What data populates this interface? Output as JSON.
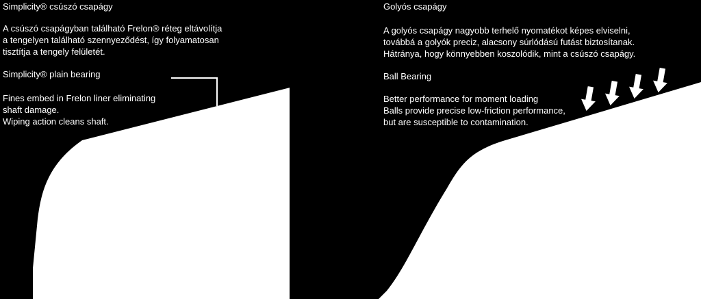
{
  "left_panel": {
    "hu_title": "Simplicity® csúszó csapágy",
    "hu_desc": [
      "A csúszó csapágyban található Frelon® réteg eltávolítja",
      "a tengelyen található szennyeződést, így folyamatosan",
      "tisztítja a tengely felületét."
    ],
    "en_title": "Simplicity® plain bearing",
    "en_desc": [
      "Fines embed in Frelon liner eliminating",
      "shaft damage.",
      "Wiping action cleans shaft."
    ]
  },
  "right_panel": {
    "hu_title": "Golyós csapágy",
    "hu_desc": [
      "A golyós csapágy nagyobb terhelő nyomatékot képes elviselni,",
      "továbbá a golyók preciz, alacsony súrlódású futást biztosítanak.",
      "Hátránya, hogy könnyebben koszolódik, mint a csúszó csapágy."
    ],
    "en_title": "Ball Bearing",
    "en_desc": [
      "Better performance for moment loading",
      "Balls provide precise low-friction performance,",
      "but are susceptible to contamination."
    ]
  },
  "colors": {
    "background": "#000000",
    "shape": "#ffffff",
    "text": "#ffffff"
  },
  "icons": [
    "down-arrow-icon"
  ]
}
